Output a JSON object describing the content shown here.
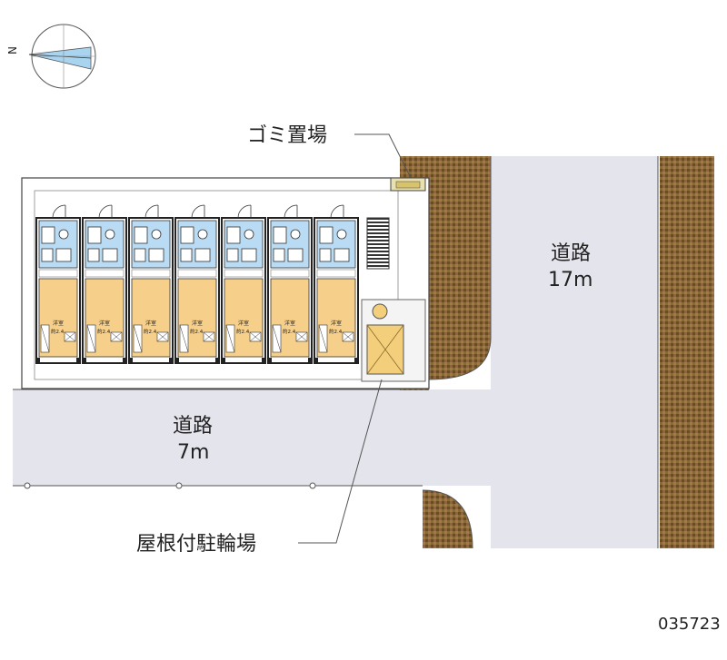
{
  "compass": {
    "north_label": "N",
    "icon": "compass-icon"
  },
  "labels": {
    "garbage": "ゴミ置場",
    "road_main": "道路",
    "road_main_width": "17m",
    "road_side": "道路",
    "road_side_width": "7m",
    "bike_parking": "屋根付駐輪場",
    "code": "035723"
  },
  "units": {
    "bath_label": "洋室",
    "size_label": "約2.4"
  },
  "colors": {
    "road": "#e4e4ec",
    "brick": "#7a5a2a",
    "floor": "#f6cf8a",
    "water": "#b9dcf4",
    "building_outline": "#222222",
    "compass_fill": "#a9d4f0"
  }
}
